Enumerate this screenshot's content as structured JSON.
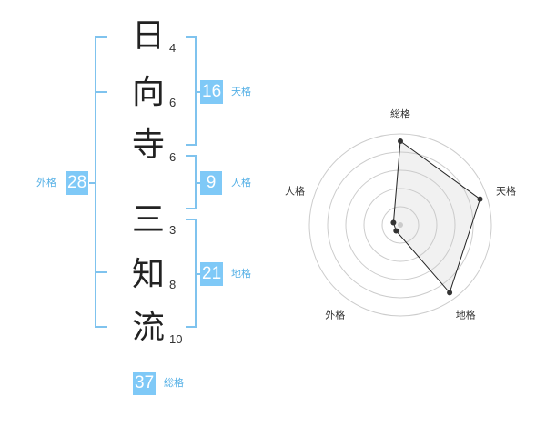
{
  "name": {
    "characters": [
      {
        "char": "日",
        "strokes": "4"
      },
      {
        "char": "向",
        "strokes": "6"
      },
      {
        "char": "寺",
        "strokes": "6"
      },
      {
        "char": "三",
        "strokes": "3"
      },
      {
        "char": "知",
        "strokes": "8"
      },
      {
        "char": "流",
        "strokes": "10"
      }
    ]
  },
  "kakusu": {
    "tenkaku": {
      "value": "16",
      "label": "天格"
    },
    "jinkaku": {
      "value": "9",
      "label": "人格"
    },
    "chikaku": {
      "value": "21",
      "label": "地格"
    },
    "gaikaku": {
      "value": "28",
      "label": "外格"
    },
    "soukaku": {
      "value": "37",
      "label": "総格"
    }
  },
  "colors": {
    "accent": "#7fc9f7",
    "bracket": "#7fc3ee",
    "label": "#55b0e6"
  },
  "chart_data": {
    "type": "radar",
    "axes": [
      "総格",
      "天格",
      "地格",
      "外格",
      "人格"
    ],
    "values": [
      4.6,
      4.6,
      4.6,
      0.4,
      0.4
    ],
    "rmax": 5,
    "rings": 5
  }
}
